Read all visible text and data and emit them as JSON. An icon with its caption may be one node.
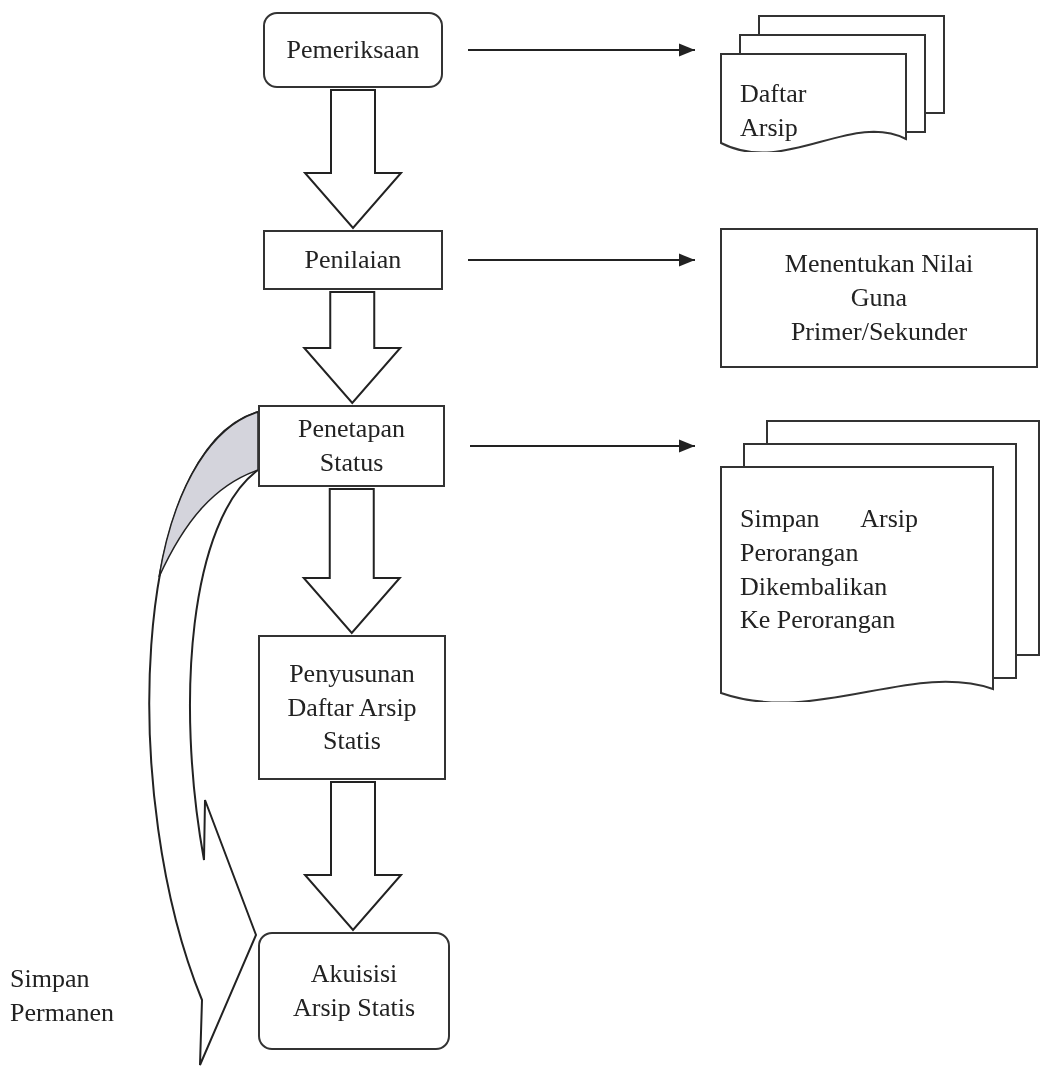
{
  "diagram": {
    "nodes": [
      {
        "text": [
          "Pemeriksaan"
        ]
      },
      {
        "text": [
          "Daftar Arsip"
        ]
      },
      {
        "text": [
          "Penilaian"
        ]
      },
      {
        "text": [
          "Menentukan Nilai Guna Primer/Sekunder"
        ]
      },
      {
        "text": [
          "Penetapan Status"
        ]
      },
      {
        "text": [
          "Simpan Arsip Perorangan Dikembalikan Ke Perorangan"
        ]
      },
      {
        "text": [
          "Penyusunan Daftar Arsip Statis"
        ]
      },
      {
        "text": [
          "Akuisisi Arsip Statis"
        ]
      }
    ],
    "edges": [
      {
        "from": 0,
        "to": 1,
        "arrow": "to"
      },
      {
        "from": 0,
        "to": 2,
        "arrow": "to",
        "style": "thick"
      },
      {
        "from": 2,
        "to": 3,
        "arrow": "to"
      },
      {
        "from": 2,
        "to": 4,
        "arrow": "to",
        "style": "thick"
      },
      {
        "from": 4,
        "to": 5,
        "arrow": "to"
      },
      {
        "from": 4,
        "to": 6,
        "arrow": "to",
        "style": "thick"
      },
      {
        "from": 6,
        "to": 7,
        "arrow": "to",
        "style": "thick"
      },
      {
        "from": 4,
        "to": 7,
        "arrow": "to",
        "style": "thick"
      }
    ],
    "labels": [
      "Simpan Permanen"
    ]
  }
}
